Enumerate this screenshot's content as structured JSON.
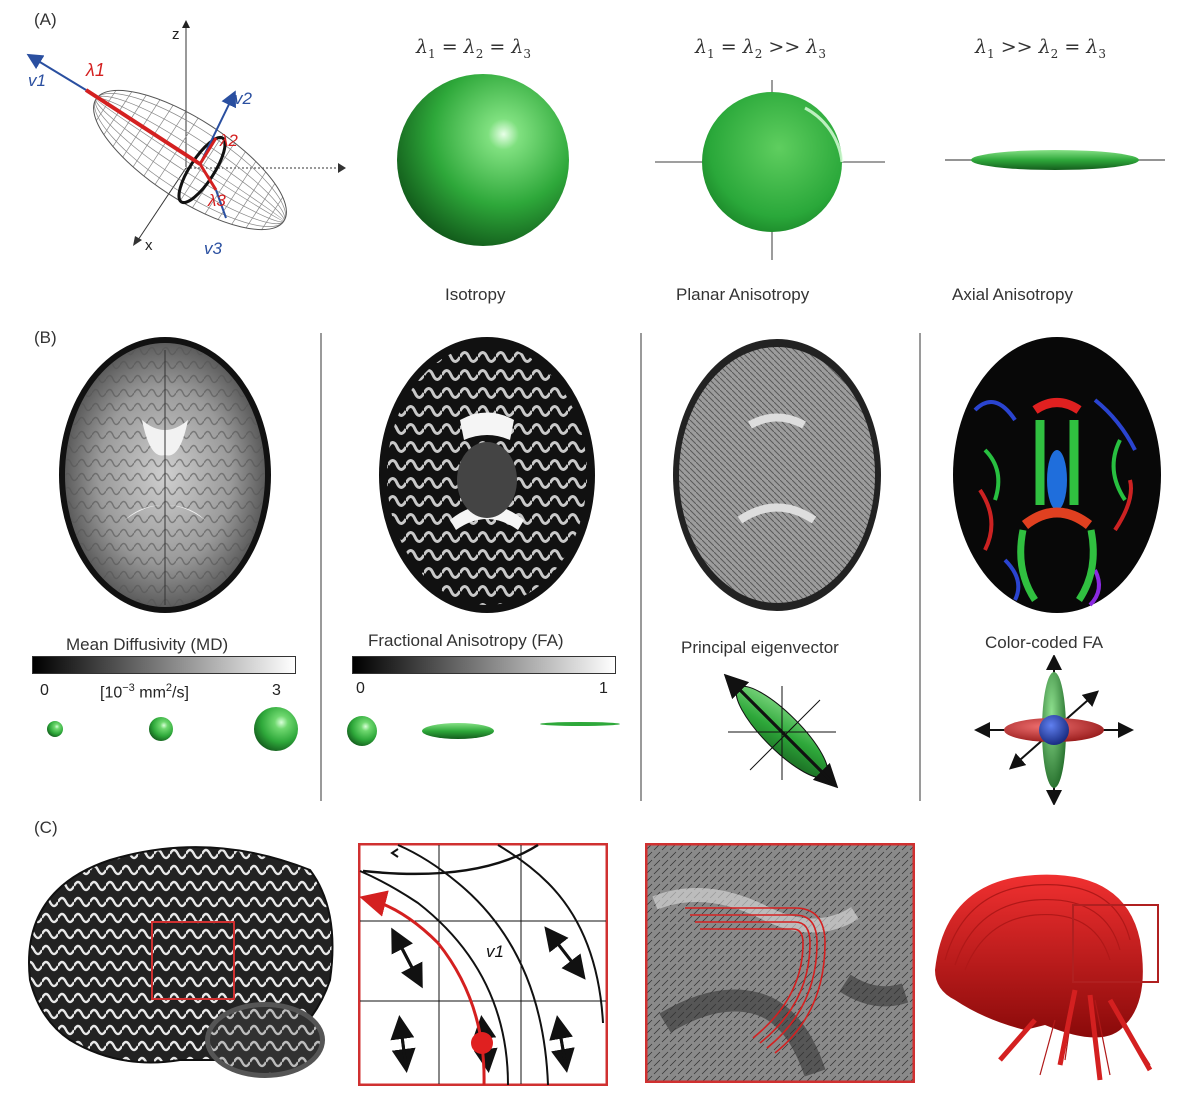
{
  "panels": {
    "a": "(A)",
    "b": "(B)",
    "c": "(C)"
  },
  "panel_a": {
    "ellipsoid_labels": {
      "lambda1": "λ1",
      "lambda2": "λ2",
      "lambda3": "λ3",
      "v1": "v1",
      "v2": "v2",
      "v3": "v3",
      "axis_z": "z",
      "axis_x": "x"
    },
    "equations": {
      "isotropy": [
        "λ",
        "1",
        " = λ",
        "2",
        " = λ",
        "3"
      ],
      "planar": [
        "λ",
        "1",
        " = λ",
        "2",
        " >> λ",
        "3"
      ],
      "axial": [
        "λ",
        "1",
        " >> λ",
        "2",
        " = λ",
        "3"
      ]
    },
    "captions": {
      "isotropy": "Isotropy",
      "planar": "Planar Anisotropy",
      "axial": "Axial Anisotropy"
    }
  },
  "panel_b": {
    "md": {
      "title": "Mean Diffusivity (MD)",
      "min": "0",
      "unit": "[10-3 mm2/s]",
      "max": "3"
    },
    "fa": {
      "title": "Fractional Anisotropy (FA)",
      "min": "0",
      "max": "1"
    },
    "eigen": {
      "title": "Principal eigenvector"
    },
    "colorfa": {
      "title": "Color-coded FA"
    }
  },
  "panel_c": {
    "v1_label": "v1"
  },
  "colors": {
    "green": "#2ea83a",
    "red": "#d42020",
    "blue": "#2a4fa0",
    "frame": "#d03030"
  }
}
